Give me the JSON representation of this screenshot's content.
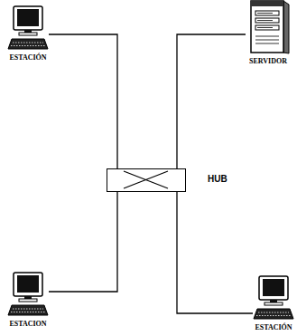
{
  "diagram": {
    "nodes": [
      {
        "text": [
          "ESTACIÓN"
        ]
      },
      {
        "text": [
          "SERVIDOR"
        ]
      },
      {
        "text": [
          "HUB"
        ]
      },
      {
        "text": [
          "ESTACION"
        ]
      },
      {
        "text": [
          "ESTACIÓN"
        ]
      }
    ],
    "edges": [
      {
        "from": 0,
        "to": 2,
        "arrow": "none"
      },
      {
        "from": 1,
        "to": 2,
        "arrow": "none"
      },
      {
        "from": 3,
        "to": 2,
        "arrow": "none"
      },
      {
        "from": 4,
        "to": 2,
        "arrow": "none"
      }
    ]
  }
}
